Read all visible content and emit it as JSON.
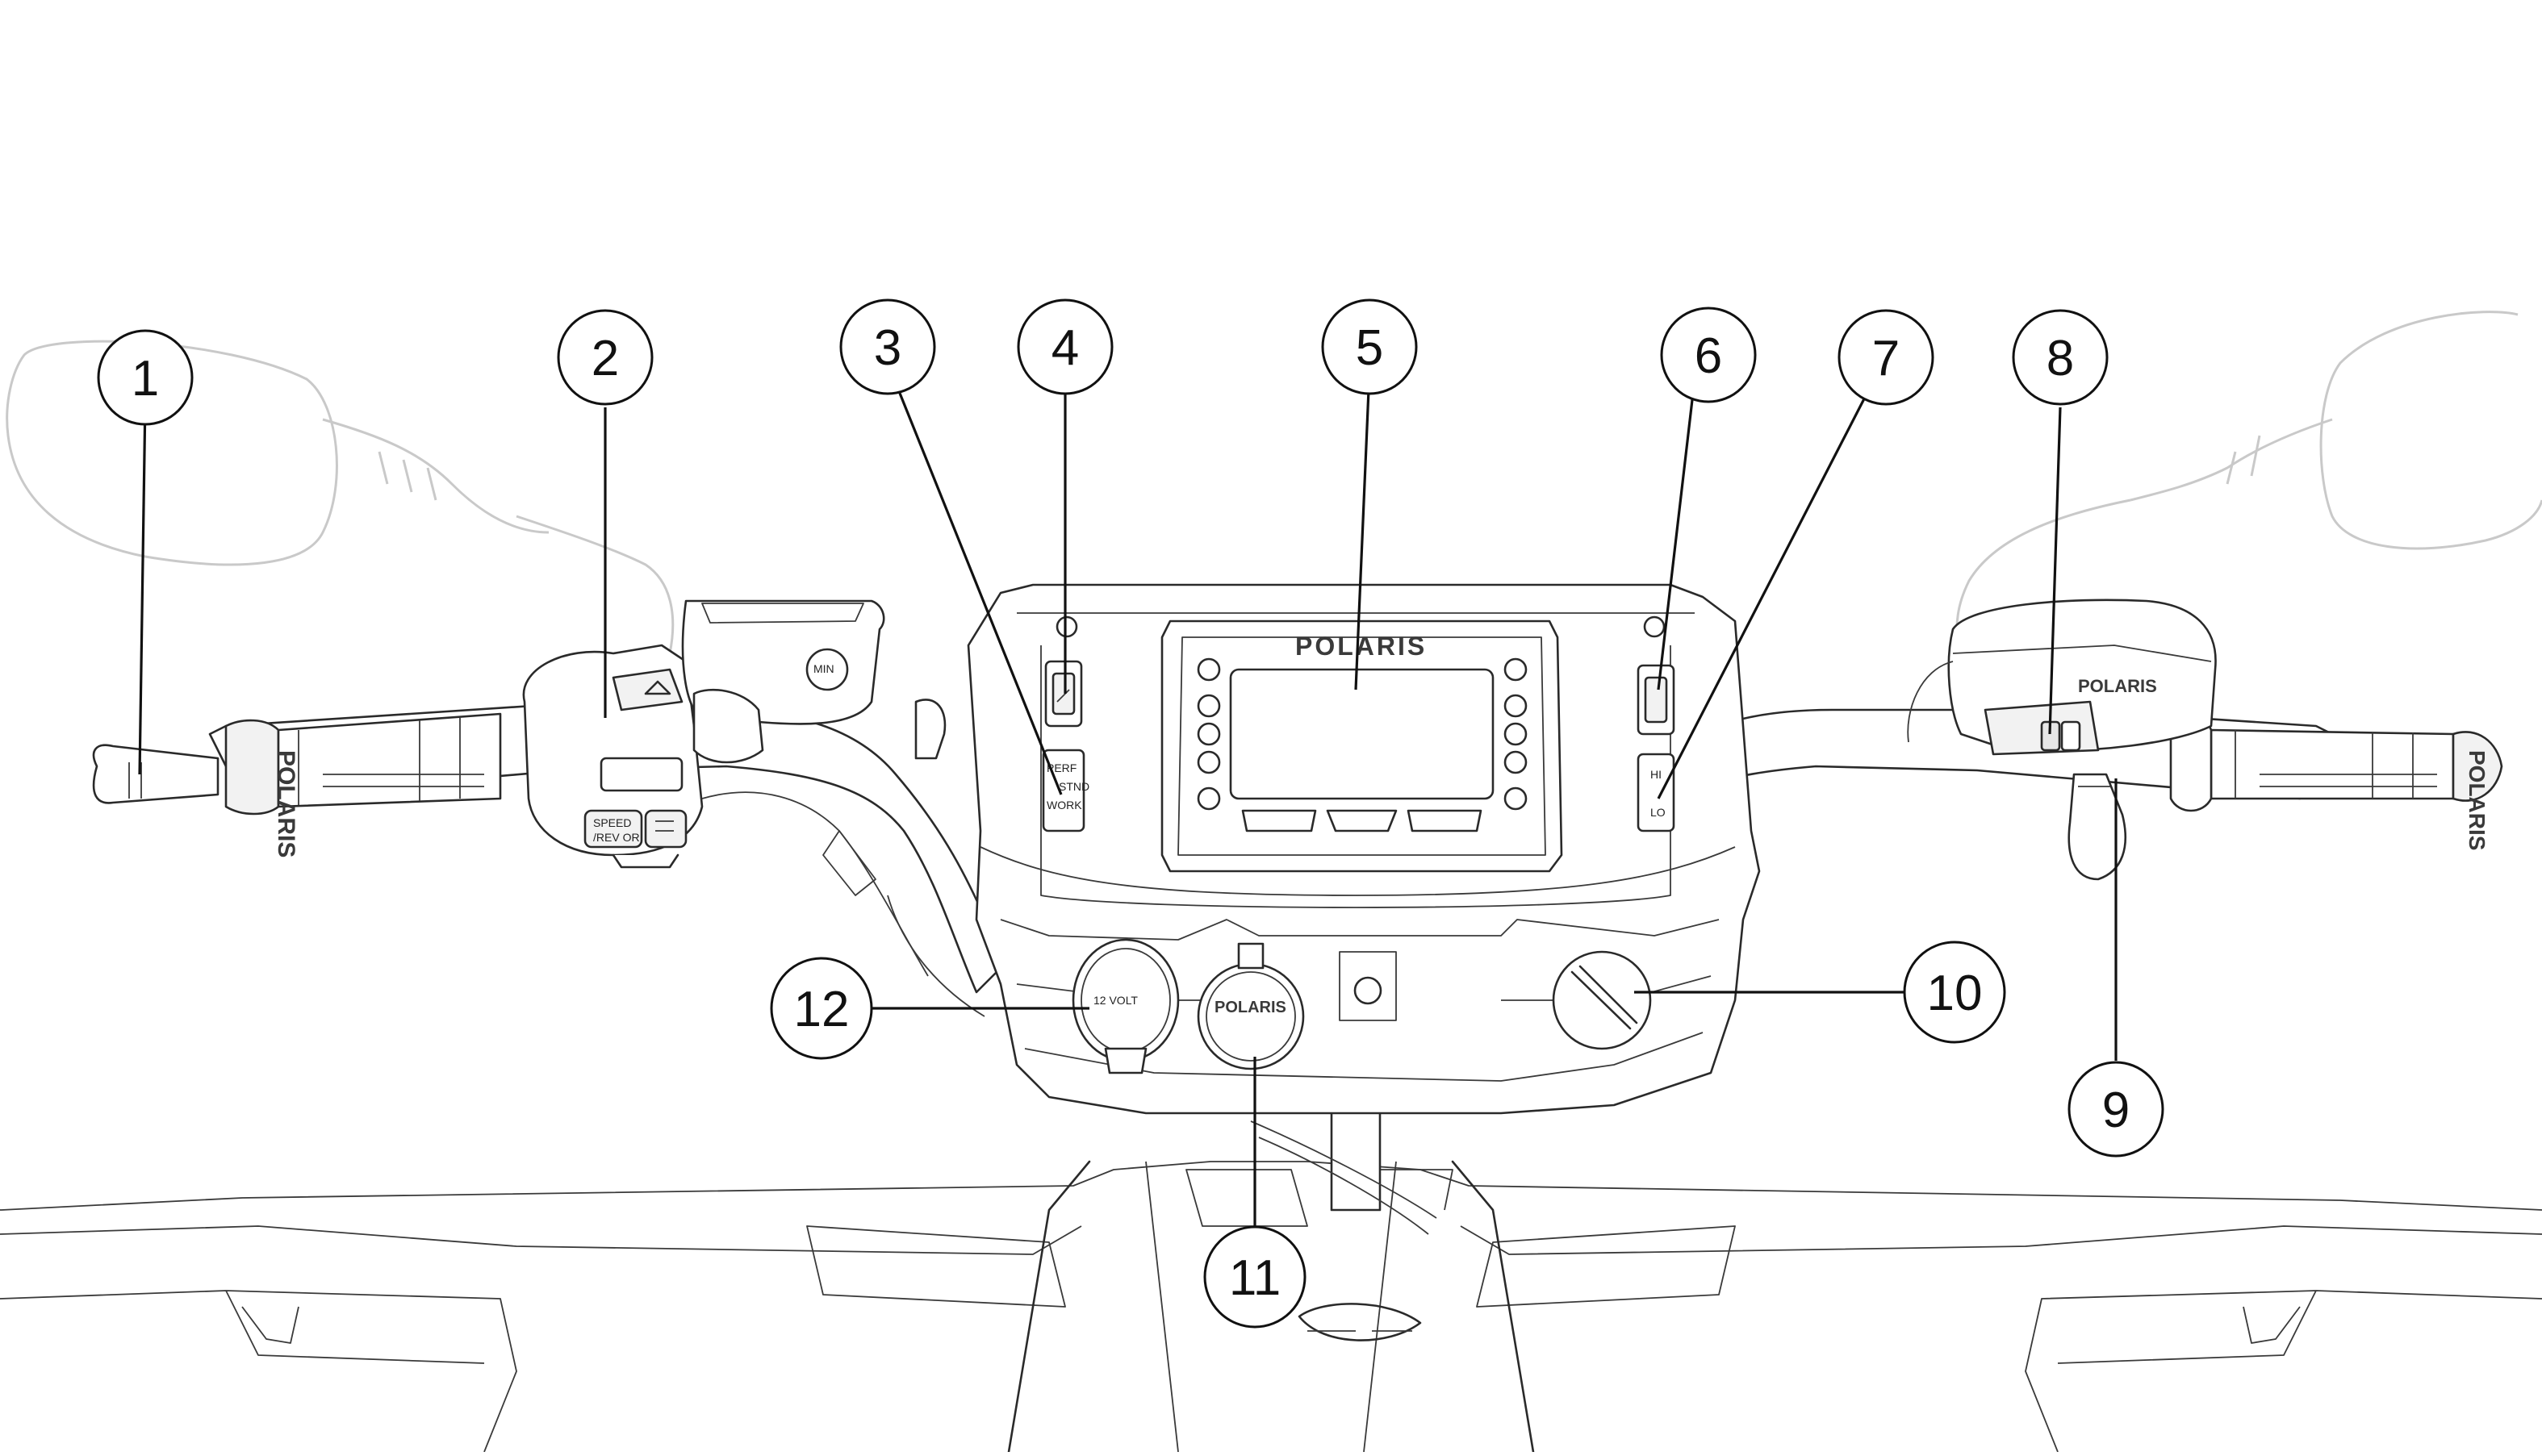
{
  "callouts": [
    "1",
    "2",
    "3",
    "4",
    "5",
    "6",
    "7",
    "8",
    "9",
    "10",
    "11",
    "12"
  ],
  "labels": {
    "screen_brand": "POLARIS",
    "drive_mode_switch": [
      "PERF",
      "STND",
      "WORK"
    ],
    "hi_lo_switch": [
      "HI",
      "LO"
    ],
    "speed_rev_button": [
      "SPEED",
      "/REV OR"
    ],
    "power_outlet": "12 VOLT",
    "ignition_cap_brand": "POLARIS",
    "right_control_brand": "POLARIS",
    "grip_brand": "POLARIS",
    "choke_tag": "MIN"
  }
}
